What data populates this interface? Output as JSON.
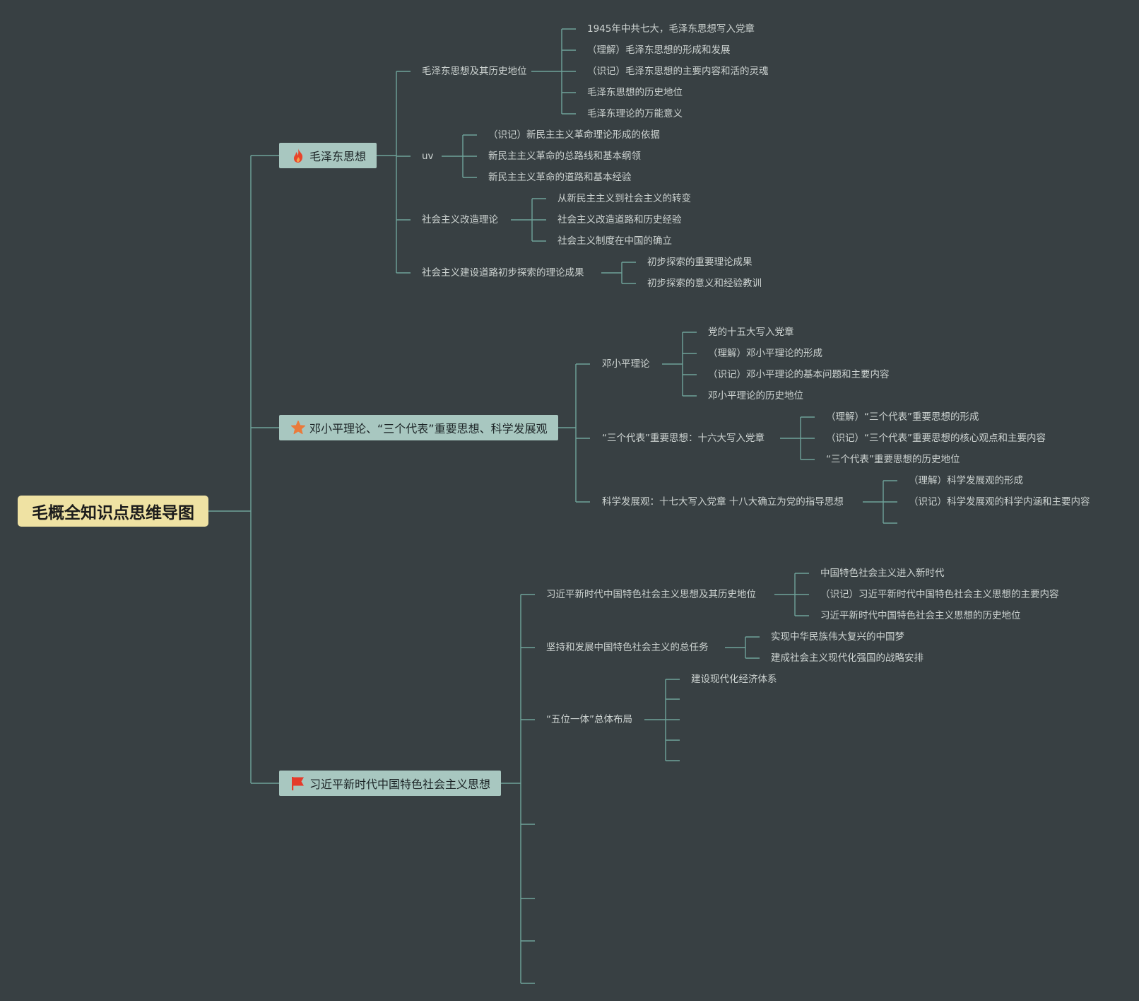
{
  "root": "毛概全知识点思维导图",
  "branches": [
    {
      "label": "毛泽东思想",
      "icon": "fire-icon",
      "children": [
        {
          "label": "毛泽东思想及其历史地位",
          "children": [
            "1945年中共七大，毛泽东思想写入党章",
            "（理解）毛泽东思想的形成和发展",
            "（识记）毛泽东思想的主要内容和活的灵魂",
            "毛泽东思想的历史地位",
            "毛泽东理论的万能意义"
          ]
        },
        {
          "label": "uv",
          "children": [
            "（识记）新民主主义革命理论形成的依据",
            "新民主主义革命的总路线和基本纲领",
            "新民主主义革命的道路和基本经验"
          ]
        },
        {
          "label": "社会主义改造理论",
          "children": [
            "从新民主主义到社会主义的转变",
            "社会主义改造道路和历史经验",
            "社会主义制度在中国的确立"
          ]
        },
        {
          "label": "社会主义建设道路初步探索的理论成果",
          "children": [
            "初步探索的重要理论成果",
            "初步探索的意义和经验教训"
          ]
        }
      ]
    },
    {
      "label": "邓小平理论、“三个代表”重要思想、科学发展观",
      "icon": "star-icon",
      "children": [
        {
          "label": "邓小平理论",
          "children": [
            "党的十五大写入党章",
            "（理解）邓小平理论的形成",
            "（识记）邓小平理论的基本问题和主要内容",
            "邓小平理论的历史地位"
          ]
        },
        {
          "label": "“三个代表”重要思想：十六大写入党章",
          "children": [
            "（理解）“三个代表”重要思想的形成",
            "（识记）“三个代表”重要思想的核心观点和主要内容",
            "“三个代表”重要思想的历史地位"
          ]
        },
        {
          "label": "科学发展观：十七大写入党章 十八大确立为党的指导思想",
          "children": [
            "（理解）科学发展观的形成",
            "（识记）科学发展观的科学内涵和主要内容",
            ""
          ]
        }
      ]
    },
    {
      "label": "习近平新时代中国特色社会主义思想",
      "icon": "flag-icon",
      "children": [
        {
          "label": "习近平新时代中国特色社会主义思想及其历史地位",
          "children": [
            "中国特色社会主义进入新时代",
            "（识记）习近平新时代中国特色社会主义思想的主要内容",
            "习近平新时代中国特色社会主义思想的历史地位"
          ]
        },
        {
          "label": "坚持和发展中国特色社会主义的总任务",
          "children": [
            "实现中华民族伟大复兴的中国梦",
            "建成社会主义现代化强国的战略安排"
          ]
        },
        {
          "label": "“五位一体”总体布局",
          "children": [
            "建设现代化经济体系",
            "",
            "",
            "",
            ""
          ]
        },
        {
          "label": "",
          "children": []
        },
        {
          "label": "",
          "children": []
        },
        {
          "label": "",
          "children": []
        },
        {
          "label": "",
          "children": []
        }
      ]
    }
  ],
  "colors": {
    "background": "#384043",
    "line": "#6fa39a",
    "root_fill": "#efe2a3",
    "branch_fill": "#a8c7c0",
    "text": "#cdd3d1",
    "fire": "#e8442a",
    "star": "#ea7a3a",
    "flag": "#e53a2a"
  }
}
